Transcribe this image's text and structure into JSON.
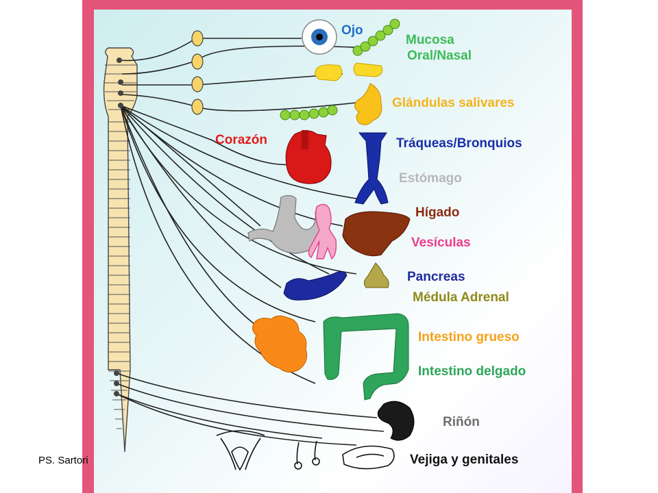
{
  "credit": "PS. Sartori",
  "labels": {
    "ojo": "Ojo",
    "mucosa1": "Mucosa",
    "mucosa2": "Oral/Nasal",
    "glandulas": "Glándulas salivares",
    "corazon": "Corazón",
    "traqueas": "Tráqueas/Bronquios",
    "estomago": "Estómago",
    "higado": "Hígado",
    "vesiculas": "Vesículas",
    "pancreas": "Pancreas",
    "medula": "Médula Adrenal",
    "grueso": "Intestino grueso",
    "delgado": "Intestino delgado",
    "rinon": "Riñón",
    "vejiga": "Vejiga y genitales"
  },
  "colors": {
    "frame": "#e4557a",
    "ojo": "#1f6fc6",
    "mucosa": "#3dbb58",
    "glandulas": "#f3b41c",
    "corazon": "#e11b1b",
    "traqueas": "#1a2ea8",
    "estomago": "#b7b7b7",
    "higado": "#8c2b10",
    "vesiculas": "#ee3c8c",
    "pancreas": "#1e2aa0",
    "medula": "#8f8a1a",
    "grueso": "#f5a21b",
    "delgado": "#2ea55a",
    "rinon": "#6e6e6e",
    "vejiga": "#111111"
  }
}
